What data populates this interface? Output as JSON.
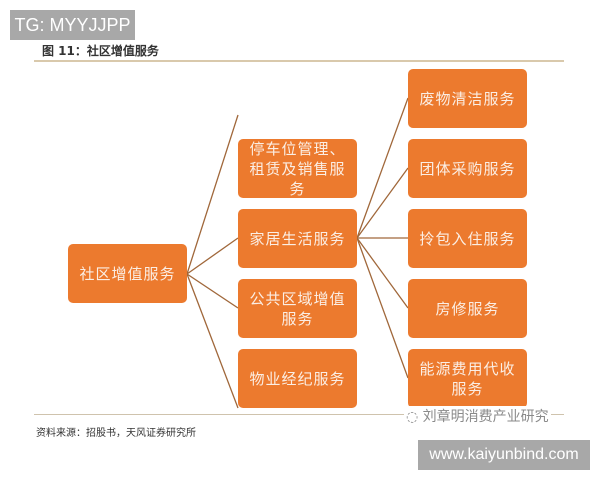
{
  "watermarks": {
    "top": "TG: MYYJJPP",
    "bottom": "www.kaiyunbind.com",
    "wechat": "刘章明消费产业研究"
  },
  "figure": {
    "title": "图 11：社区增值服务",
    "source": "资料来源：招股书，天风证券研究所"
  },
  "colors": {
    "box_fill": "#ec7a2e",
    "box_text": "#fbeee4",
    "connector": "#a0673a",
    "rule": "#d9c9ac"
  },
  "diagram": {
    "root": {
      "label": "社区增值服务"
    },
    "level2": [
      {
        "label": "停车位管理、租赁及销售服务"
      },
      {
        "label": "家居生活服务"
      },
      {
        "label": "公共区域增值服务"
      },
      {
        "label": "物业经纪服务"
      }
    ],
    "level3_parent": "家居生活服务",
    "level3": [
      {
        "label": "废物清洁服务"
      },
      {
        "label": "团体采购服务"
      },
      {
        "label": "拎包入住服务"
      },
      {
        "label": "房修服务"
      },
      {
        "label": "能源费用代收服务"
      }
    ]
  }
}
